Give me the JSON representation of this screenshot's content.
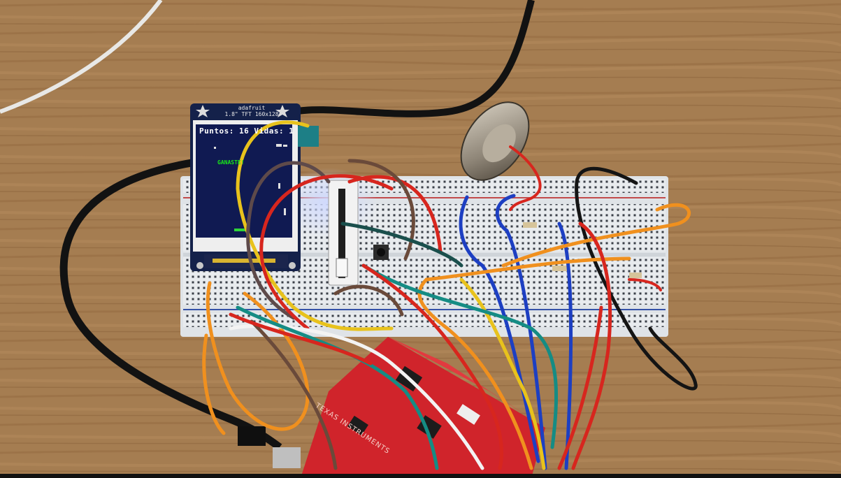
{
  "display": {
    "brand": "adafruit",
    "model": "1.8\" TFT 160x128",
    "score_text": "Puntos: 16 Vidas: 1",
    "message": "GANASTE!"
  },
  "controller_board": {
    "maker": "TEXAS INSTRUMENTS"
  },
  "colors": {
    "table_wood": "#a07a4f",
    "breadboard": "#e9ecef",
    "tft_screen": "#101a52",
    "launchpad": "#d0242b",
    "wire_red": "#d7261e",
    "wire_yellow": "#e8c21c",
    "wire_orange": "#f0901e",
    "wire_blue": "#1d3fc2",
    "wire_teal": "#158c84",
    "wire_black": "#141414",
    "wire_brown": "#6a4a3a",
    "wire_white": "#f3f3f3"
  }
}
